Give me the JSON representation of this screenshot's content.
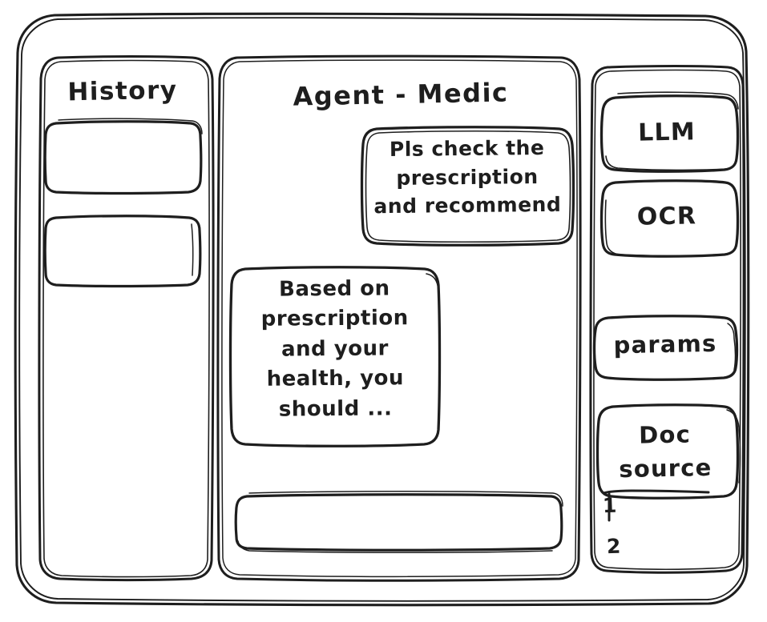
{
  "meta": {
    "style": "hand-drawn wireframe",
    "stroke_color": "#1e1e1e",
    "background_color": "#ffffff"
  },
  "window": {
    "frame_label": "app-window"
  },
  "history_panel": {
    "title": "History",
    "items": [
      {
        "label": "",
        "name": "history-item-1"
      },
      {
        "label": "",
        "name": "history-item-2"
      }
    ]
  },
  "main_panel": {
    "title": "Agent - Medic",
    "messages": [
      {
        "role": "user",
        "text": "Pls check the\nprescription\nand recommend",
        "align": "right"
      },
      {
        "role": "agent",
        "text": "Based on\nprescription\nand your\nhealth, you\nshould ...",
        "align": "left"
      }
    ],
    "composer": {
      "value": "",
      "placeholder": ""
    }
  },
  "tools_panel": {
    "buttons": [
      {
        "label": "LLM",
        "name": "tool-button-llm"
      },
      {
        "label": "OCR",
        "name": "tool-button-ocr"
      },
      {
        "label": "params",
        "name": "tool-button-params"
      },
      {
        "label": "Doc\nsource",
        "name": "tool-button-doc-source"
      }
    ],
    "doc_sources": [
      {
        "label": "1"
      },
      {
        "label": "2"
      }
    ]
  }
}
